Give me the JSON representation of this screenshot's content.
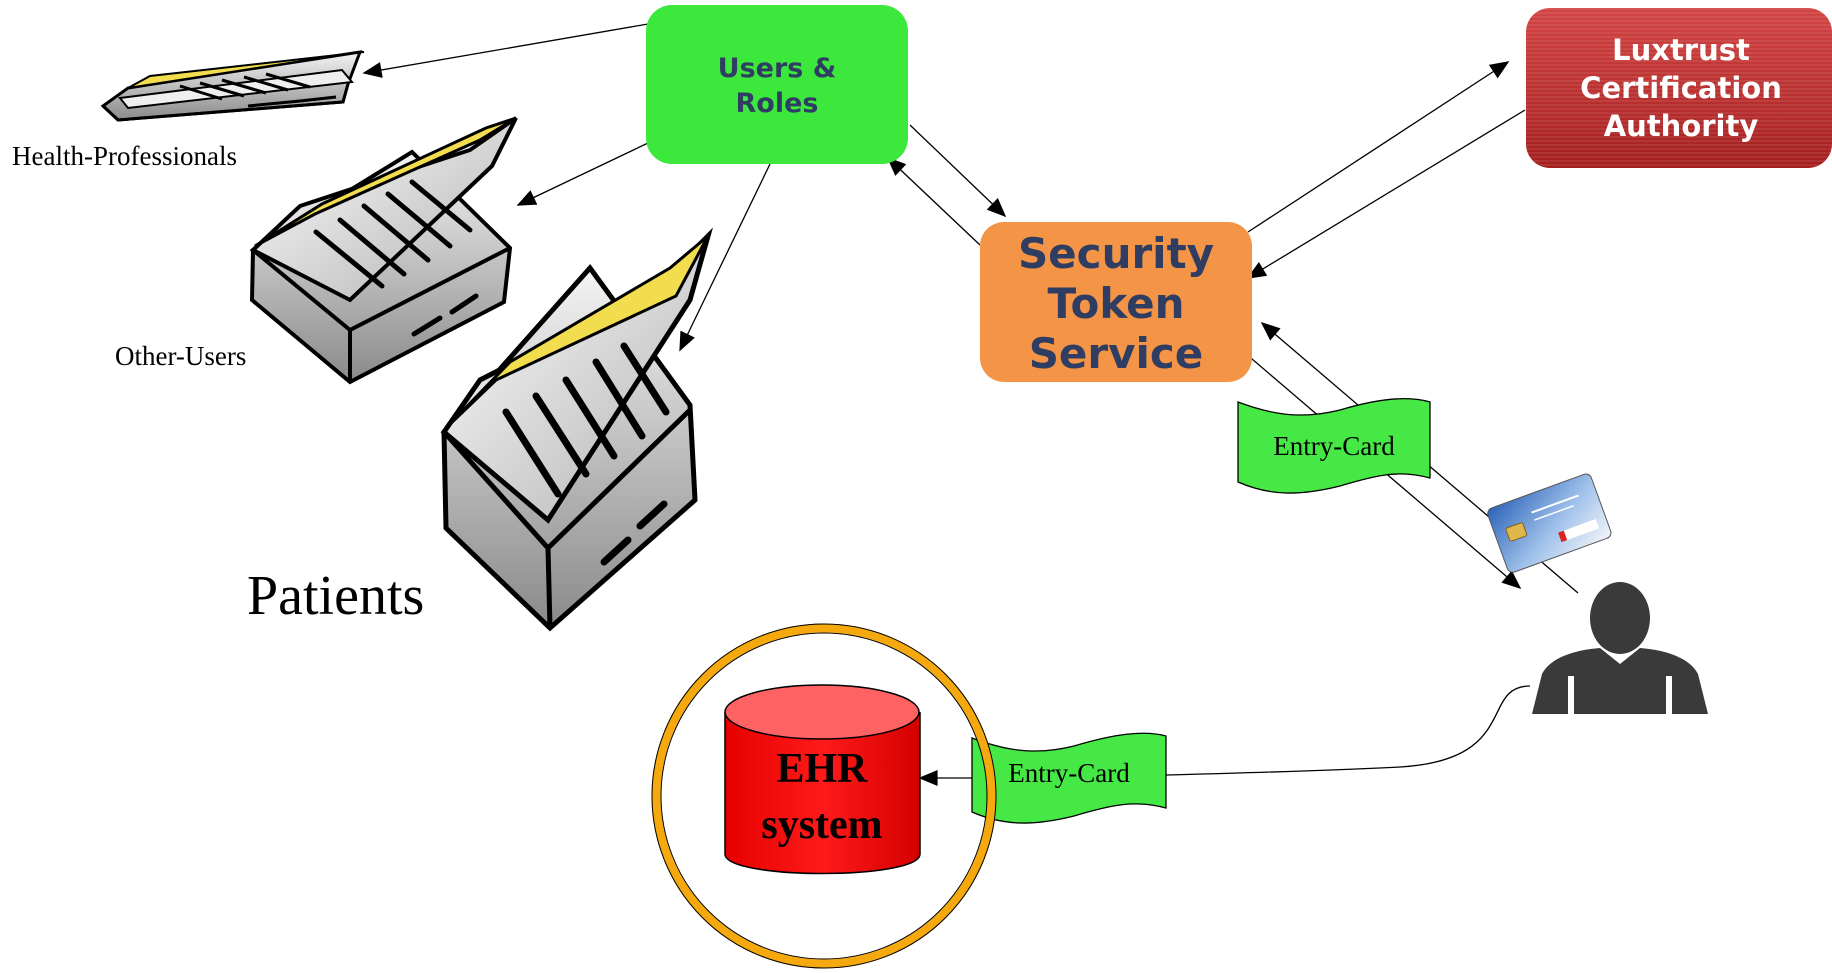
{
  "users_roles": {
    "line1": "Users &",
    "line2": "Roles"
  },
  "sts": {
    "line1": "Security",
    "line2": "Token",
    "line3": "Service"
  },
  "luxtrust": {
    "line1": "Luxtrust",
    "line2": "Certification",
    "line3": "Authority"
  },
  "books": {
    "health": "Health-Professionals",
    "other": "Other-Users",
    "patients": "Patients"
  },
  "entry_card_upper": "Entry-Card",
  "entry_card_lower": "Entry-Card",
  "ehr": {
    "line1": "EHR",
    "line2": "system"
  },
  "icons": {
    "user": "person-silhouette-icon",
    "smartcard": "luxtrust-smartcard-icon",
    "database": "database-cylinder-icon",
    "book": "book-icon"
  },
  "colors": {
    "users_roles": "#3de83d",
    "sts": "#f49447",
    "luxtrust": "#c0302f",
    "entry_card": "#45e845",
    "ehr": "#ff0000",
    "ehr_ring": "#f5a90f",
    "book_page": "#f1dd4e",
    "label_navy": "#2f3d63"
  }
}
